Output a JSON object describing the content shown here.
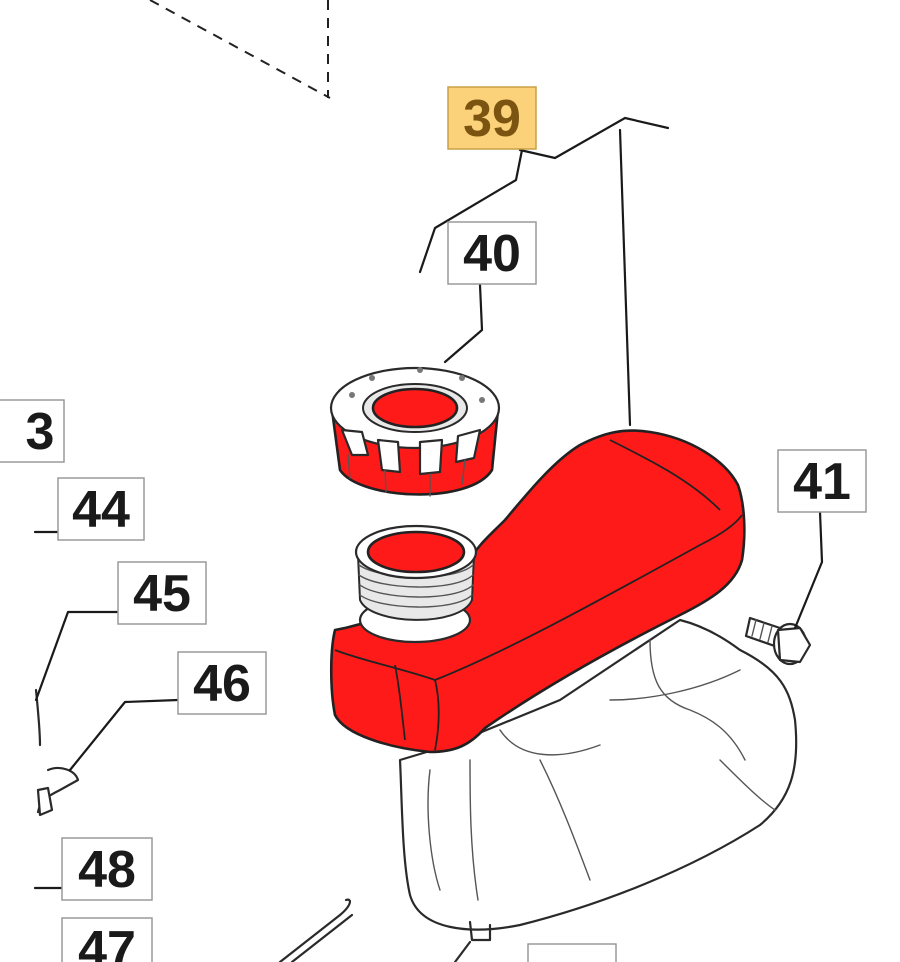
{
  "callouts": [
    {
      "id": "39",
      "label": "39",
      "highlighted": true
    },
    {
      "id": "40",
      "label": "40",
      "highlighted": false
    },
    {
      "id": "41",
      "label": "41",
      "highlighted": false
    },
    {
      "id": "43",
      "label": "3",
      "highlighted": false
    },
    {
      "id": "44",
      "label": "44",
      "highlighted": false
    },
    {
      "id": "45",
      "label": "45",
      "highlighted": false
    },
    {
      "id": "46",
      "label": "46",
      "highlighted": false
    },
    {
      "id": "48",
      "label": "48",
      "highlighted": false
    },
    {
      "id": "47",
      "label": "47",
      "highlighted": false
    },
    {
      "id": "partial",
      "label": "",
      "highlighted": false
    }
  ],
  "colors": {
    "highlight": "#fbd27a",
    "highlight_text": "#7a5410",
    "part_red": "#ff1a1a",
    "outline": "#2a2a2a"
  }
}
